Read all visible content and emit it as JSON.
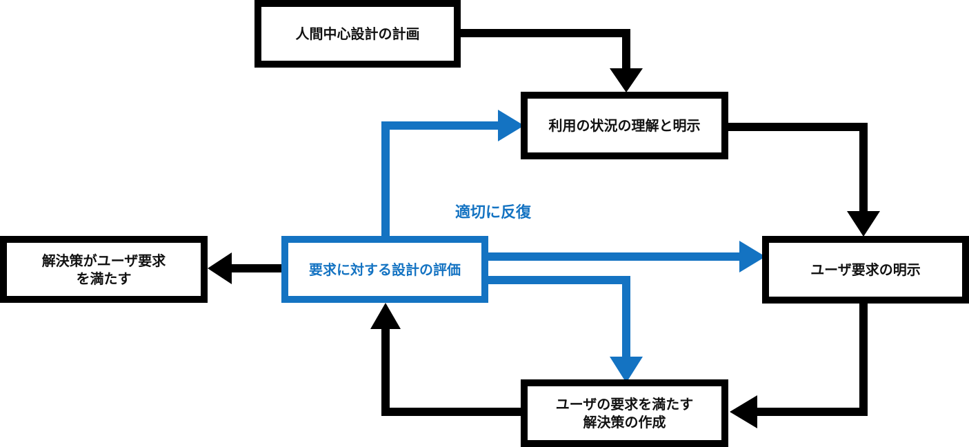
{
  "diagram": {
    "nodes": {
      "planning": "人間中心設計の計画",
      "context": "利用の状況の理解と明示",
      "requirements": "ユーザ要求の明示",
      "solution": "ユーザの要求を満たす\n解決策の作成",
      "evaluation": "要求に対する設計の評価",
      "satisfied": "解決策がユーザ要求\nを満たす"
    },
    "iterate_label": "適切に反復",
    "colors": {
      "main": "#000000",
      "iteration": "#1473c2"
    }
  }
}
